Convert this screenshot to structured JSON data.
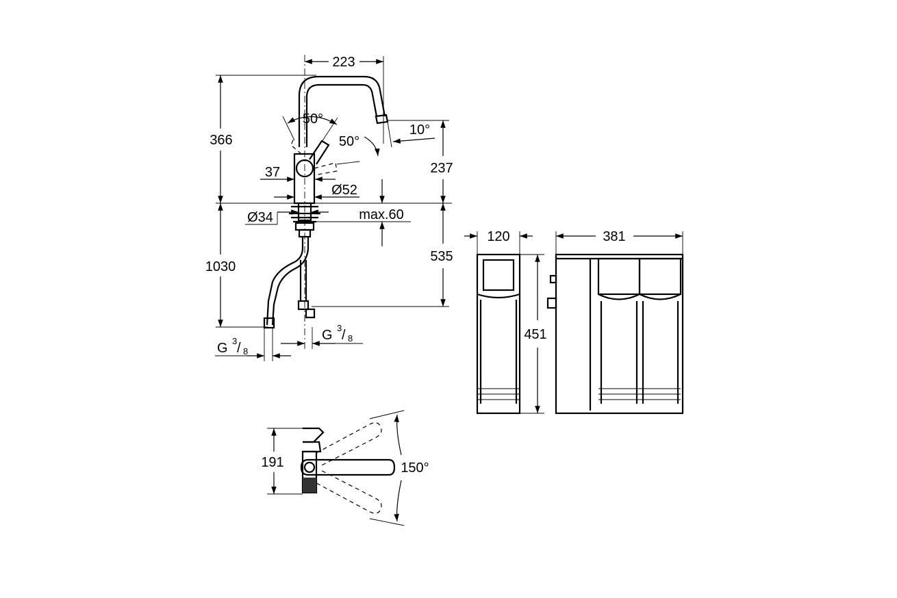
{
  "dimensions": {
    "spout_reach": "223",
    "total_height": "366",
    "lever_angle_top": "50°",
    "lever_angle_side": "50°",
    "spout_angle": "10°",
    "spout_height": "237",
    "lever_offset": "37",
    "base_diameter": "Ø52",
    "shank_diameter": "Ø34",
    "max_deck": "max.60",
    "hose_length": "1030",
    "connection_depth": "535",
    "conn_left_g": "G",
    "conn_left_sup": "3",
    "conn_left_sub": "8",
    "conn_right_g": "G",
    "conn_right_sup": "3",
    "conn_right_sub": "8",
    "filter_depth": "120",
    "filter_width": "381",
    "filter_height": "451",
    "top_view_height": "191",
    "swivel_angle": "150°"
  }
}
